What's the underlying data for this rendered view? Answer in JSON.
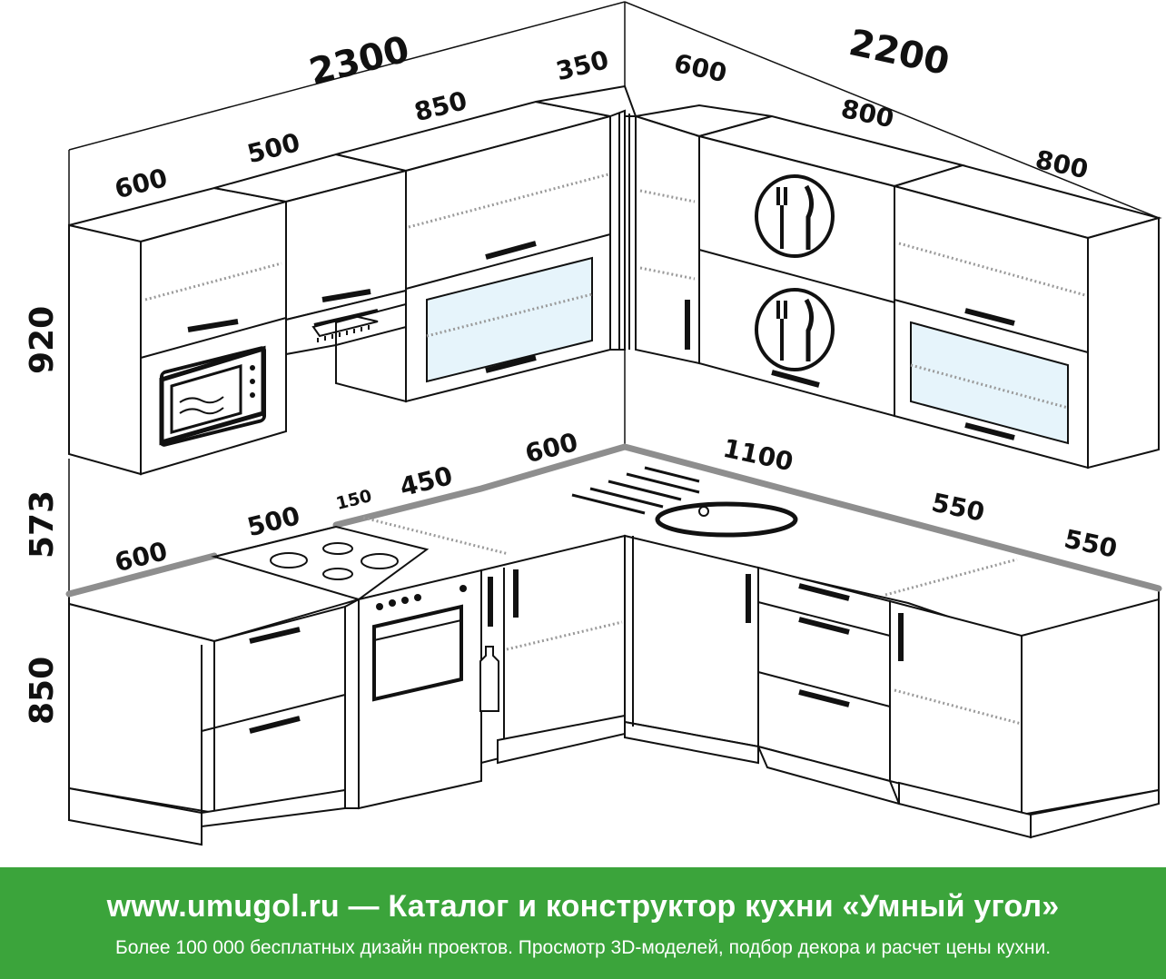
{
  "dimensions": {
    "top_left_total": "2300",
    "top_right_total": "2200",
    "upper_left": [
      "600",
      "500",
      "850",
      "350"
    ],
    "upper_right": [
      "600",
      "800",
      "800"
    ],
    "height_upper": "920",
    "height_gap": "573",
    "height_lower": "850",
    "lower_left": [
      "600",
      "500",
      "150",
      "450",
      "600"
    ],
    "lower_right": [
      "1100",
      "550",
      "550"
    ]
  },
  "footer": {
    "title": "www.umugol.ru — Каталог и конструктор кухни «Умный угол»",
    "subtitle": "Более 100 000 бесплатных дизайн проектов. Просмотр 3D-моделей, подбор декора и расчет цены кухни."
  },
  "colors": {
    "footer_bg": "#3ba43b",
    "worktop_edge": "#8e8e8e",
    "glass": "#e6f4fb"
  },
  "icons": [
    "microwave-icon",
    "range-hood-icon",
    "plate-cutlery-icon",
    "hob-burner-icon",
    "oven-icon",
    "sink-icon",
    "bottle-icon"
  ]
}
